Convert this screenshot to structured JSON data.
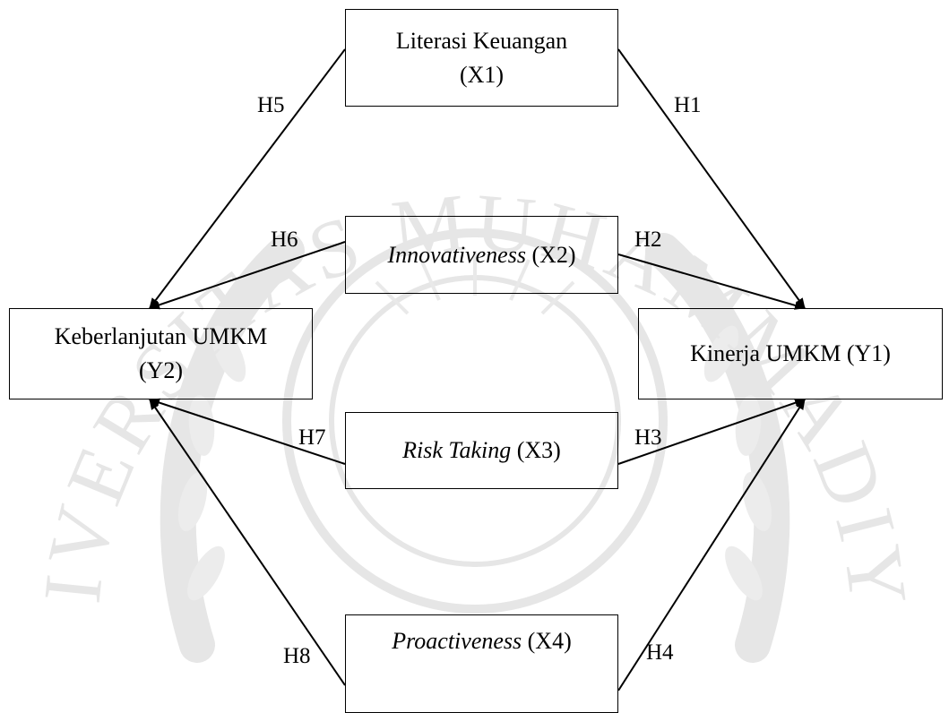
{
  "diagram": {
    "nodes": {
      "x1": {
        "line1": "Literasi Keuangan",
        "line2": "(X1)"
      },
      "x2": {
        "italic": "Innovativeness",
        "suffix": " (X2)"
      },
      "x3": {
        "italic": "Risk Taking",
        "suffix": " (X3)"
      },
      "x4": {
        "italic": "Proactiveness",
        "suffix": " (X4)"
      },
      "y1": {
        "label": "Kinerja UMKM (Y1)"
      },
      "y2": {
        "line1": "Keberlanjutan UMKM",
        "line2": "(Y2)"
      }
    },
    "hypotheses": {
      "h1": "H1",
      "h2": "H2",
      "h3": "H3",
      "h4": "H4",
      "h5": "H5",
      "h6": "H6",
      "h7": "H7",
      "h8": "H8"
    },
    "edges": [
      {
        "from": "x1",
        "to": "y1",
        "label": "h1"
      },
      {
        "from": "x2",
        "to": "y1",
        "label": "h2"
      },
      {
        "from": "x3",
        "to": "y1",
        "label": "h3"
      },
      {
        "from": "x4",
        "to": "y1",
        "label": "h4"
      },
      {
        "from": "x1",
        "to": "y2",
        "label": "h5"
      },
      {
        "from": "x2",
        "to": "y2",
        "label": "h6"
      },
      {
        "from": "x3",
        "to": "y2",
        "label": "h7"
      },
      {
        "from": "x4",
        "to": "y2",
        "label": "h8"
      }
    ]
  },
  "watermark": {
    "text": "UNIVERSITAS MUHAMMADIYAH",
    "color": "#e6e6e6"
  },
  "colors": {
    "line": "#000000",
    "text": "#000000"
  }
}
